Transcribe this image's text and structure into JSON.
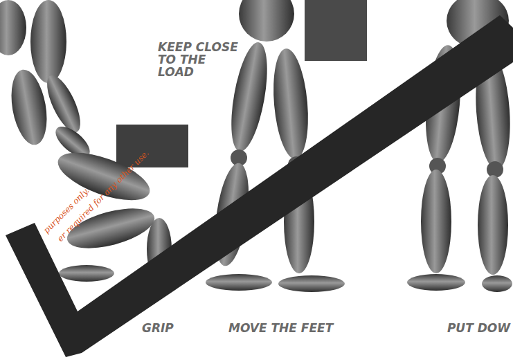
{
  "diagram": {
    "labels": [
      "KEEP CLOSE TO THE LOAD",
      "GRIP",
      "MOVE THE FEET",
      "PUT DOW",
      "purposes only.",
      "er required for any other use."
    ]
  }
}
